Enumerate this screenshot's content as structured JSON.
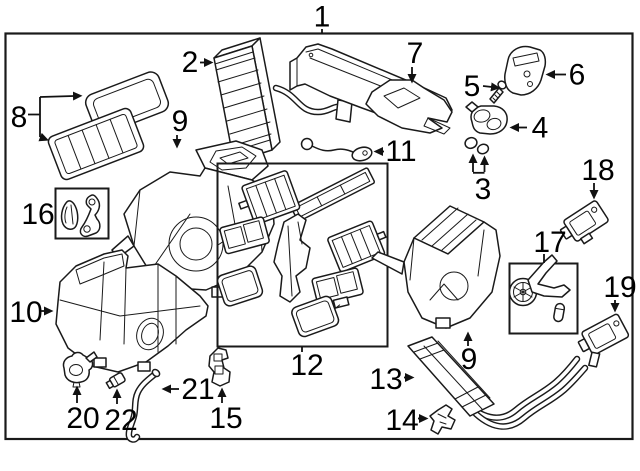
{
  "diagram": {
    "callouts": {
      "c1": "1",
      "c2": "2",
      "c3": "3",
      "c4": "4",
      "c5": "5",
      "c6": "6",
      "c7": "7",
      "c8": "8",
      "c9a": "9",
      "c9b": "9",
      "c10": "10",
      "c11": "11",
      "c12": "12",
      "c13": "13",
      "c14": "14",
      "c15": "15",
      "c16": "16",
      "c17": "17",
      "c18": "18",
      "c19": "19",
      "c20": "20",
      "c21": "21",
      "c22": "22"
    },
    "colors": {
      "line": "#1a1a1a",
      "background": "#ffffff",
      "label_text": "#000000"
    }
  }
}
